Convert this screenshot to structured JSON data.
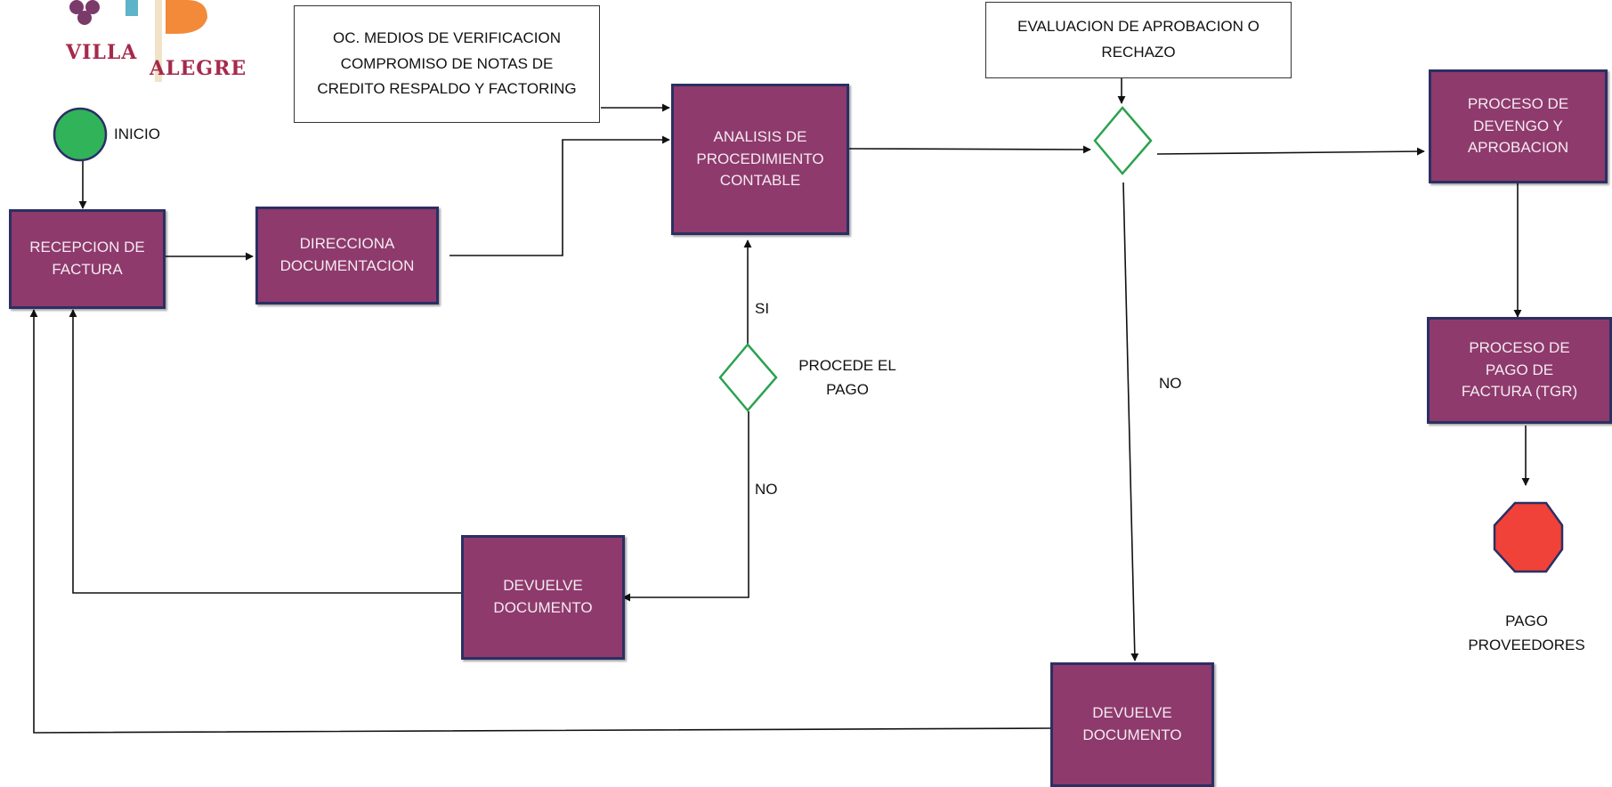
{
  "colors": {
    "process_fill": "#8e3a6c",
    "process_border": "#2b2f63",
    "decision_stroke": "#2ca24f",
    "start_fill": "#31b35a",
    "end_fill": "#f04238",
    "line": "#111111"
  },
  "logo": {
    "line1": "VILLA",
    "line2": "ALEGRE"
  },
  "start": {
    "label": "INICIO"
  },
  "end": {
    "label_line1": "PAGO",
    "label_line2": "PROVEEDORES"
  },
  "processes": {
    "recepcion": {
      "line1": "RECEPCION DE",
      "line2": "FACTURA"
    },
    "direcciona": {
      "line1": "DIRECCIONA",
      "line2": "DOCUMENTACION"
    },
    "analisis": {
      "line1": "ANALISIS DE",
      "line2": "PROCEDIMIENTO",
      "line3": "CONTABLE"
    },
    "devuelve1": {
      "line1": "DEVUELVE",
      "line2": "DOCUMENTO"
    },
    "devuelve2": {
      "line1": "DEVUELVE",
      "line2": "DOCUMENTO"
    },
    "devengo": {
      "line1": "PROCESO DE",
      "line2": "DEVENGO Y",
      "line3": "APROBACION"
    },
    "pago_factura": {
      "line1": "PROCESO DE",
      "line2": "PAGO DE",
      "line3": "FACTURA (TGR)"
    }
  },
  "notes": {
    "verificacion": {
      "line1": "OC. MEDIOS DE VERIFICACION",
      "line2": "COMPROMISO DE NOTAS DE",
      "line3": "CREDITO RESPALDO Y FACTORING"
    },
    "evaluacion": {
      "line1": "EVALUACION DE APROBACION O",
      "line2": "RECHAZO"
    }
  },
  "decisions": {
    "procede_pago": {
      "label_line1": "PROCEDE EL",
      "label_line2": "PAGO",
      "yes": "SI",
      "no": "NO"
    },
    "aprobacion": {
      "no": "NO"
    }
  }
}
